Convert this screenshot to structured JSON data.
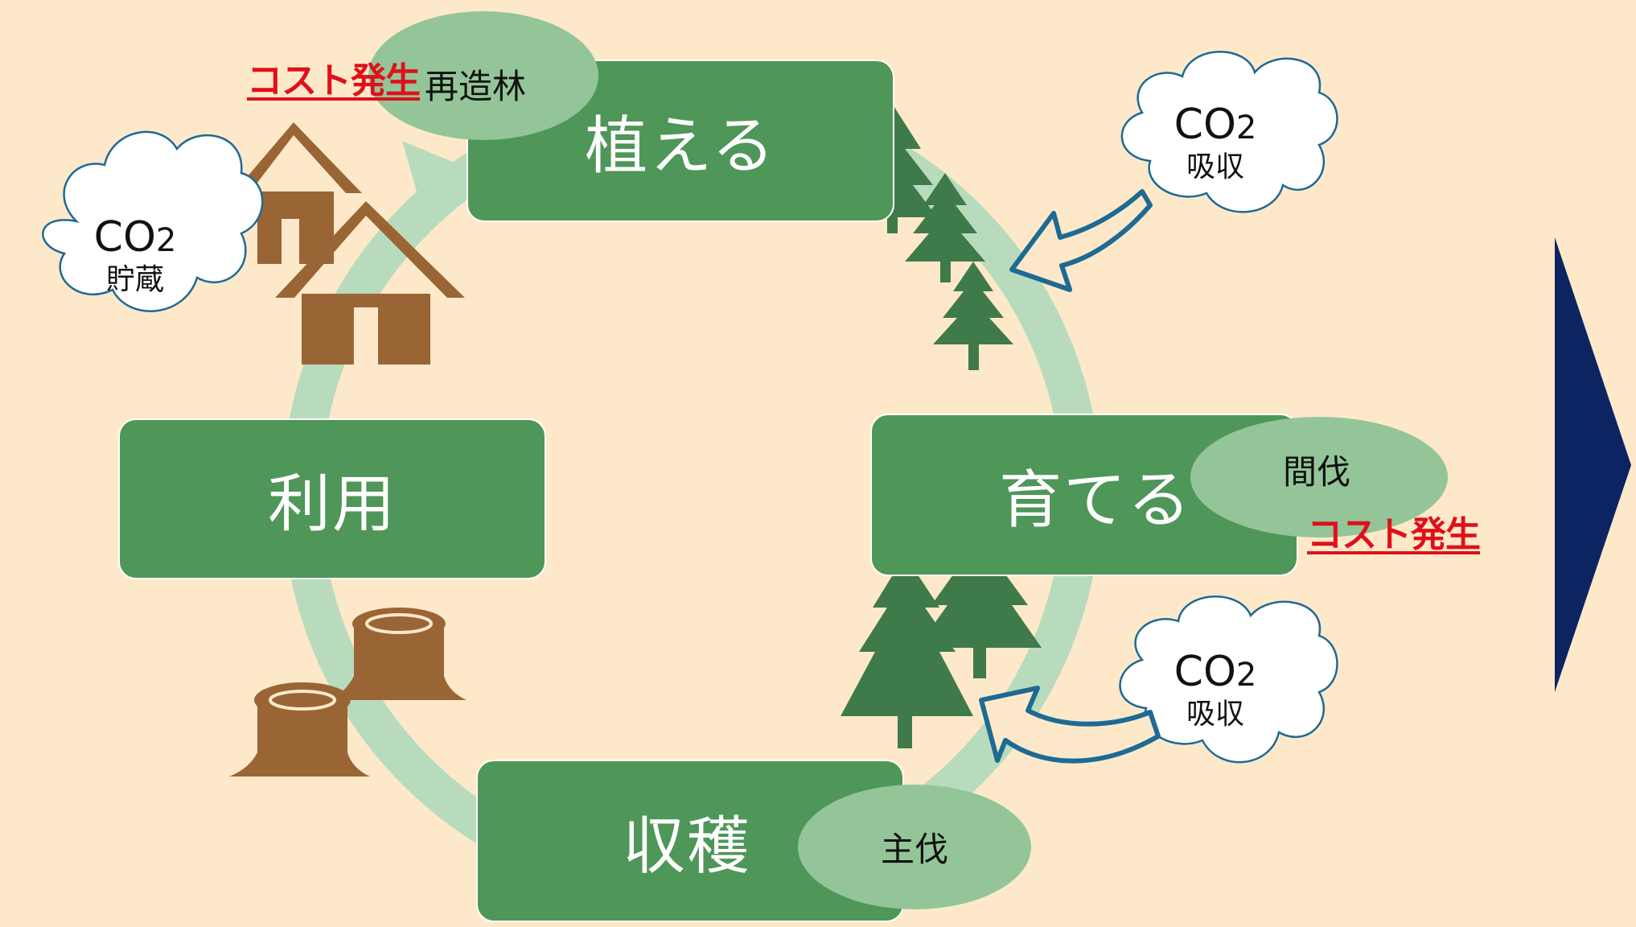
{
  "stages": {
    "plant": "植える",
    "grow": "育てる",
    "harvest": "収穫",
    "use": "利用"
  },
  "activities": {
    "replant": "再造林",
    "thinning": "間伐",
    "final_cut": "主伐"
  },
  "cost_labels": {
    "top_left": "コスト発生",
    "right": "コスト発生"
  },
  "clouds": [
    {
      "co2": "CO",
      "subscript": "2",
      "label": "貯蔵"
    },
    {
      "co2": "CO",
      "subscript": "2",
      "label": "吸収"
    },
    {
      "co2": "CO",
      "subscript": "2",
      "label": "吸収"
    }
  ],
  "colors": {
    "background": "#fde9c9",
    "stage_box": "#4f9659",
    "activity_oval": "#93c598",
    "cycle_ring": "#b8dbbe",
    "tree": "#3f7a4a",
    "wood": "#9a6535",
    "arrow": "#1d6a94",
    "cost_text": "#e0101b",
    "next_triangle": "#0c2461"
  },
  "icons": [
    "house-icon",
    "tree-icon",
    "stump-icon",
    "cloud-icon",
    "curved-arrow-icon",
    "next-triangle-icon"
  ]
}
